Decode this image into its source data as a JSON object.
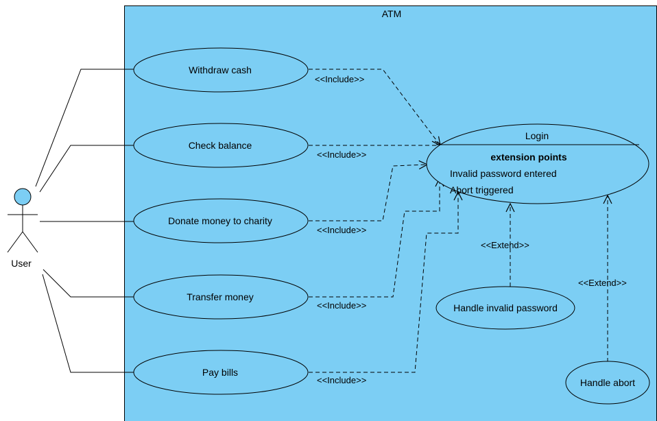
{
  "colors": {
    "system_fill": "#7ccef4",
    "usecase_fill": "#7ccef4",
    "actor_head_fill": "#7ccef4",
    "stroke": "#000000"
  },
  "system": {
    "name": "ATM"
  },
  "actor": {
    "name": "User",
    "icon": "stick-figure-icon"
  },
  "use_cases": {
    "withdraw_cash": "Withdraw cash",
    "check_balance": "Check balance",
    "donate": "Donate money to charity",
    "transfer": "Transfer money",
    "pay_bills": "Pay bills",
    "handle_invalid_password": "Handle invalid password",
    "handle_abort": "Handle abort"
  },
  "login": {
    "name": "Login",
    "extension_points_title": "extension points",
    "extension_points": [
      "Invalid password entered",
      "Abort triggered"
    ]
  },
  "relationships": {
    "include_withdraw": "<<Include>>",
    "include_check": "<<Include>>",
    "include_donate": "<<Include>>",
    "include_transfer": "<<Include>>",
    "include_pay": "<<Include>>",
    "extend_invalid": "<<Extend>>",
    "extend_abort": "<<Extend>>"
  }
}
